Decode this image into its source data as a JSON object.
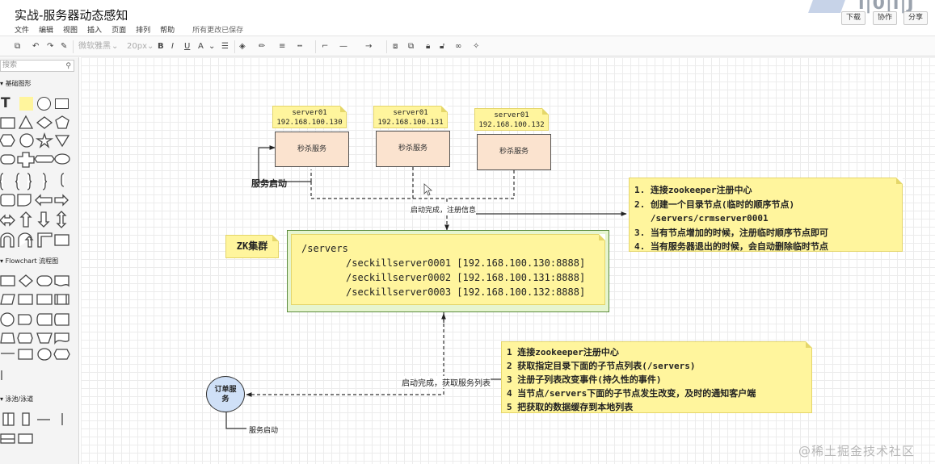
{
  "app": {
    "title": "实战-服务器动态感知",
    "menu": [
      "文件",
      "编辑",
      "视图",
      "插入",
      "页面",
      "排列",
      "帮助"
    ],
    "save_status": "所有更改已保存",
    "buttons": {
      "download": "下载",
      "collaborate": "协作",
      "share": "分享"
    }
  },
  "toolbar": {
    "font_name": "微软雅黑",
    "font_size": "20px"
  },
  "sidebar": {
    "search_placeholder": "搜索",
    "sections": {
      "basic": "基础图形",
      "flowchart": "Flowchart 流程图",
      "lanes": "泳池/泳道"
    }
  },
  "diagram": {
    "servers": [
      {
        "name": "server01",
        "ip": "192.168.100.130",
        "service": "秒杀服务"
      },
      {
        "name": "server01",
        "ip": "192.168.100.131",
        "service": "秒杀服务"
      },
      {
        "name": "server01",
        "ip": "192.168.100.132",
        "service": "秒杀服务"
      }
    ],
    "service_start": "服务启动",
    "register_label": "启动完成，注册信息",
    "zk_label": "ZK集群",
    "zk_tree": {
      "root": "/servers",
      "children": [
        "/seckillserver0001 [192.168.100.130:8888]",
        "/seckillserver0002 [192.168.100.131:8888]",
        "/seckillserver0003 [192.168.100.132:8888]"
      ]
    },
    "server_steps": [
      "1. 连接zookeeper注册中心",
      "2. 创建一个目录节点(临时的顺序节点)",
      "   /servers/crmserver0001",
      "3. 当有节点增加的时候，注册临时顺序节点即可",
      "4. 当有服务器退出的时候，会自动删除临时节点"
    ],
    "client_label": "启动完成，获取服务列表",
    "client_steps": [
      "1 连接zookeeper注册中心",
      "2 获取指定目录下面的子节点列表(/servers)",
      "3 注册子列表改变事件(持久性的事件)",
      "4 当节点/servers下面的子节点发生改变，及时的通知客户端",
      "5 把获取的数据缓存到本地列表"
    ],
    "order_service": "订单服务",
    "order_start": "服务启动"
  },
  "watermark": "@稀土掘金技术社区"
}
